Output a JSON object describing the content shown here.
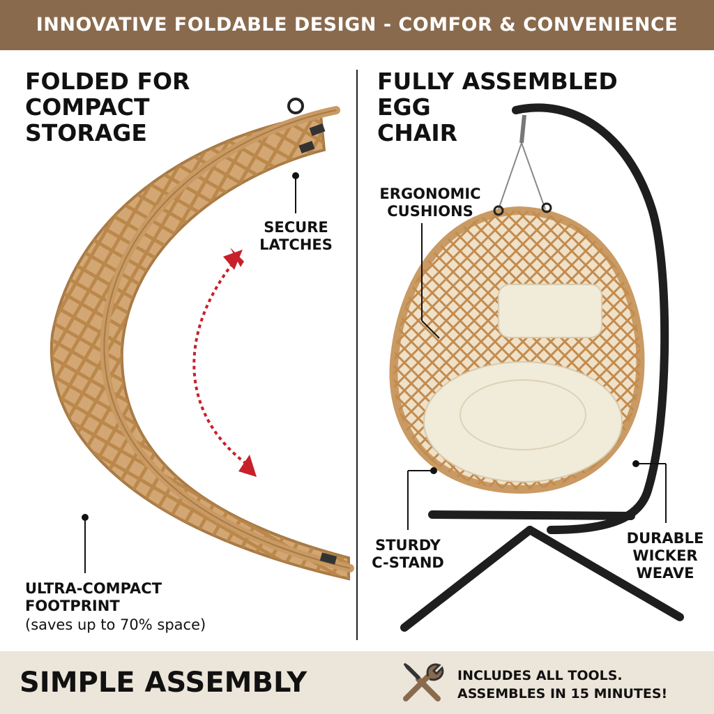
{
  "banner": {
    "title": "INNOVATIVE FOLDABLE DESIGN - COMFOR & CONVENIENCE"
  },
  "left": {
    "heading": [
      "FOLDED FOR",
      "COMPACT",
      "STORAGE"
    ],
    "latches_label": [
      "SECURE",
      "LATCHES"
    ],
    "footprint_label": [
      "ULTRA-COMPACT",
      "FOOTPRINT"
    ],
    "footprint_note": "(saves up to 70% space)"
  },
  "right": {
    "heading": [
      "FULLY ASSEMBLED",
      "EGG",
      "CHAIR"
    ],
    "cushions_label": [
      "ERGONOMIC",
      "CUSHIONS"
    ],
    "stand_label": [
      "STURDY",
      "C-STAND"
    ],
    "weave_label": [
      "DURABLE",
      "WICKER",
      "WEAVE"
    ]
  },
  "footer": {
    "title": "SIMPLE ASSEMBLY",
    "note": [
      "INCLUDES ALL TOOLS.",
      "ASSEMBLES IN 15 MINUTES!"
    ]
  },
  "colors": {
    "banner": "#8a6a4d",
    "footer": "#ece5da",
    "wicker": "#c99a63",
    "cushion": "#f1ebd9",
    "stand": "#1e1e1e",
    "arrow": "#c8202a"
  },
  "icons": [
    "wrench-screwdriver-icon"
  ]
}
